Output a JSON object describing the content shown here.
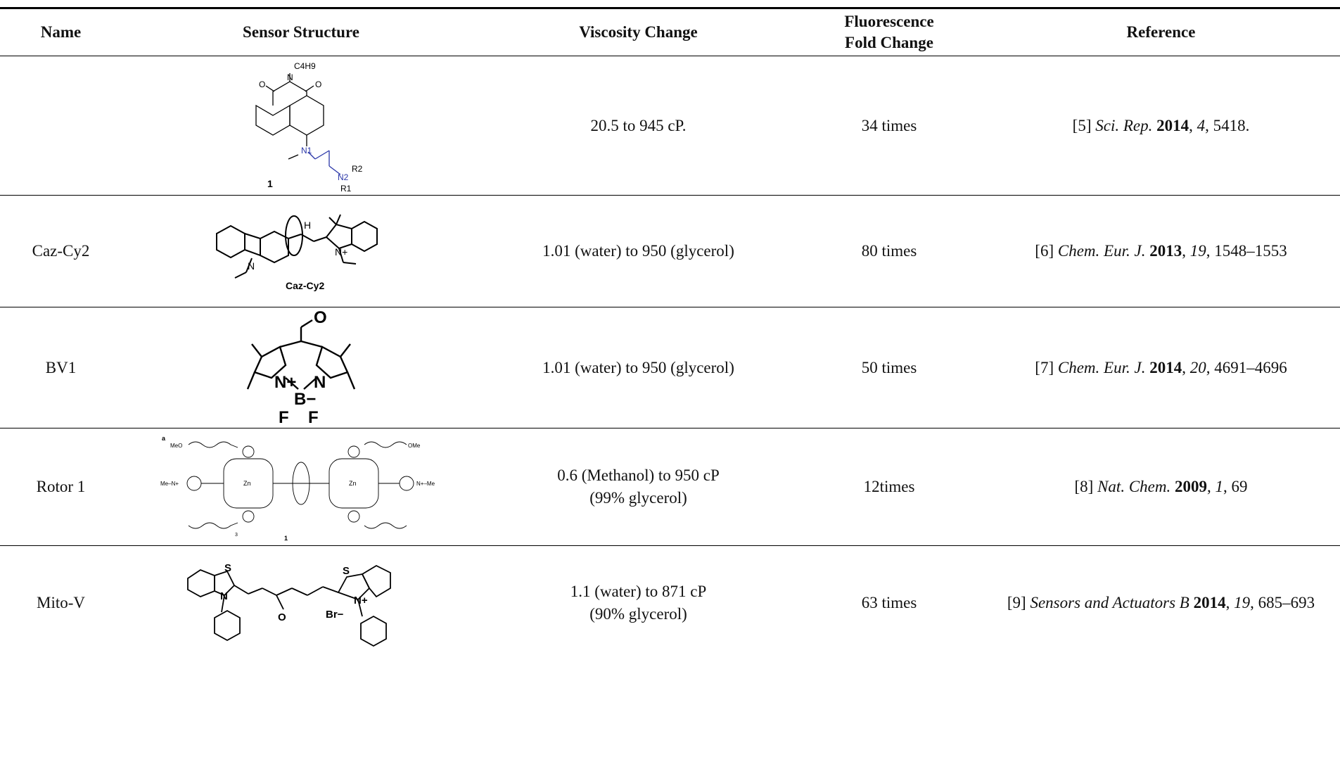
{
  "headers": {
    "name": "Name",
    "structure": "Sensor Structure",
    "viscosity": "Viscosity Change",
    "fold_line1": "Fluorescence",
    "fold_line2": "Fold Change",
    "reference": "Reference"
  },
  "rows": [
    {
      "name": "",
      "structure_labels": [
        "C4H9",
        "N",
        "O",
        "O",
        "N1",
        "N2",
        "R2",
        "R1",
        "1"
      ],
      "viscosity": "20.5 to 945 cP.",
      "fold": "34 times",
      "ref": {
        "num": "[5]",
        "journal": "Sci. Rep.",
        "year": "2014",
        "volume": "4",
        "pages": "5418."
      }
    },
    {
      "name": "Caz-Cy2",
      "structure_labels": [
        "H",
        "N",
        "N+",
        "Caz-Cy2"
      ],
      "viscosity": "1.01 (water) to 950 (glycerol)",
      "fold": "80 times",
      "ref": {
        "num": "[6]",
        "journal": "Chem. Eur. J.",
        "year": "2013",
        "volume": "19",
        "pages": "1548–1553"
      }
    },
    {
      "name": "BV1",
      "structure_labels": [
        "O",
        "N+",
        "B−",
        "N",
        "F",
        "F"
      ],
      "viscosity": "1.01 (water) to 950 (glycerol)",
      "fold": "50 times",
      "ref": {
        "num": "[7]",
        "journal": "Chem. Eur. J.",
        "year": "2014",
        "volume": "20",
        "pages": "4691–4696"
      }
    },
    {
      "name": "Rotor 1",
      "structure_labels": [
        "a",
        "MeO",
        "OMe",
        "Me–N+",
        "N+–Me",
        "Zn",
        "Zn",
        "1",
        "3"
      ],
      "viscosity_line1": "0.6 (Methanol) to 950 cP",
      "viscosity_line2": "(99% glycerol)",
      "fold": "12times",
      "ref": {
        "num": "[8]",
        "journal": "Nat. Chem.",
        "year": "2009",
        "volume": "1",
        "pages": "69"
      }
    },
    {
      "name": "Mito-V",
      "structure_labels": [
        "S",
        "N",
        "S",
        "N+",
        "O",
        "Br−"
      ],
      "viscosity_line1": "1.1 (water) to 871 cP",
      "viscosity_line2": "(90% glycerol)",
      "fold": "63 times",
      "ref": {
        "num": "[9]",
        "journal": "Sensors and Actuators B",
        "year": "2014",
        "volume": "19",
        "pages": "685–693"
      }
    }
  ]
}
